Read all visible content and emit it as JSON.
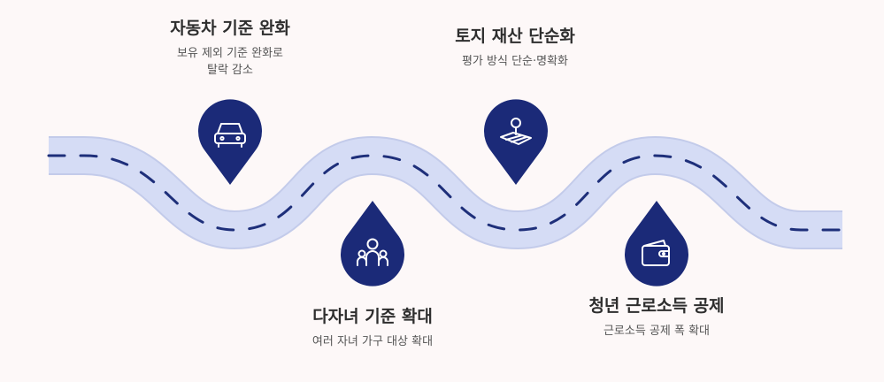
{
  "colors": {
    "background": "#fdf8f8",
    "road_fill": "#d5dcf5",
    "road_edge": "#c3cbea",
    "dash": "#1e2f7a",
    "marker": "#1b2a78",
    "icon": "#ffffff"
  },
  "milestones": [
    {
      "title": "자동차 기준 완화",
      "desc": [
        "보유 제외 기준 완화로",
        "탈락 감소"
      ],
      "icon": "car-icon"
    },
    {
      "title": "다자녀 기준 확대",
      "desc": [
        "여러 자녀 가구 대상 확대"
      ],
      "icon": "family-icon"
    },
    {
      "title": "토지 재산 단순화",
      "desc": [
        "평가 방식 단순·명확화"
      ],
      "icon": "land-icon"
    },
    {
      "title": "청년 근로소득 공제",
      "desc": [
        "근로소득 공제 폭 확대"
      ],
      "icon": "wallet-icon"
    }
  ]
}
